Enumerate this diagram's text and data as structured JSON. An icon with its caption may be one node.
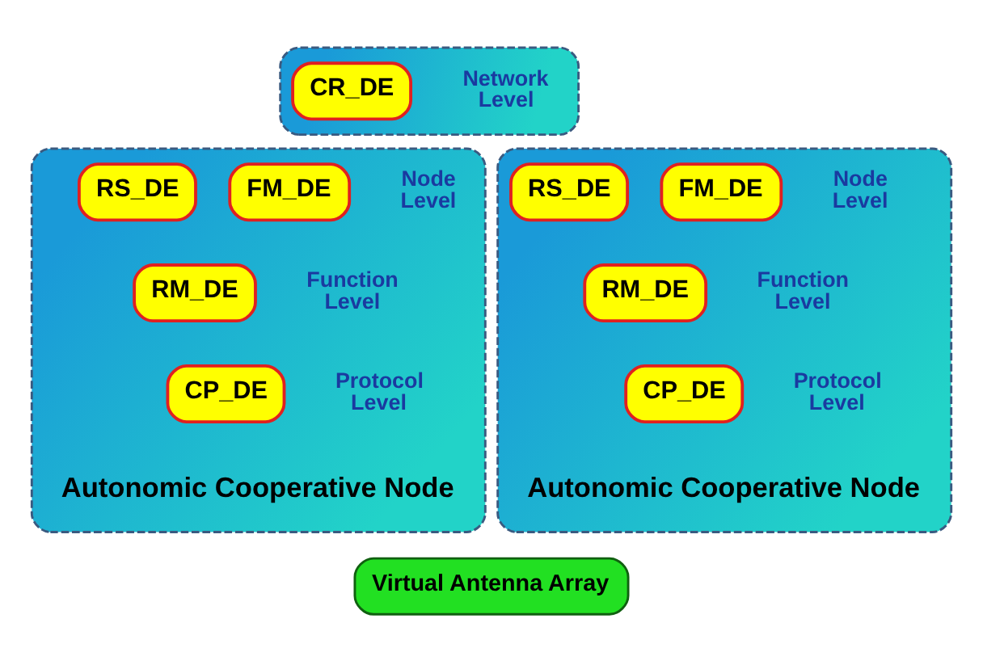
{
  "diagram": {
    "nodes": [
      {
        "text": [
          "Network Level"
        ]
      },
      {
        "text": [
          "CR_DE"
        ],
        "in": 0
      },
      {
        "text": [
          "Node Level",
          "Function Level",
          "Protocol Level",
          "Autonomic Cooperative Node"
        ]
      },
      {
        "text": [
          "RS_DE"
        ],
        "in": 2
      },
      {
        "text": [
          "FM_DE"
        ],
        "in": 2
      },
      {
        "text": [
          "RM_DE"
        ],
        "in": 2
      },
      {
        "text": [
          "CP_DE"
        ],
        "in": 2
      },
      {
        "text": [
          "Node Level",
          "Function Level",
          "Protocol Level",
          "Autonomic Cooperative Node"
        ]
      },
      {
        "text": [
          "RS_DE"
        ],
        "in": 7
      },
      {
        "text": [
          "FM_DE"
        ],
        "in": 7
      },
      {
        "text": [
          "RM_DE"
        ],
        "in": 7
      },
      {
        "text": [
          "CP_DE"
        ],
        "in": 7
      },
      {
        "text": [
          "Virtual Antenna Array"
        ]
      }
    ],
    "edges": []
  }
}
